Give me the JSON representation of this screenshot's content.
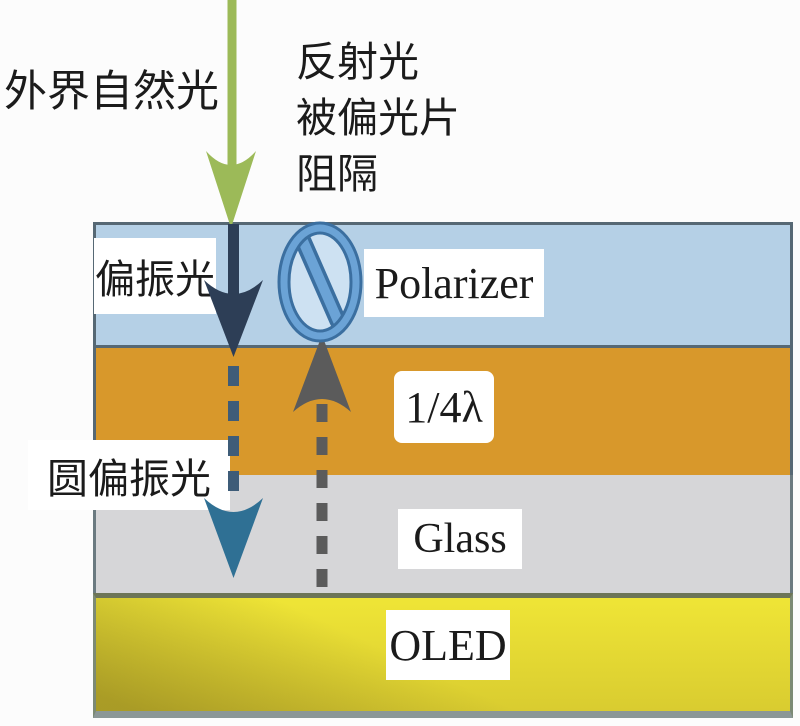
{
  "annotations": {
    "ambient_light": "外界自然光",
    "reflected_blocked_line1": "反射光",
    "reflected_blocked_line2": "被偏光片",
    "reflected_blocked_line3": "阻隔",
    "polarized_light": "偏振光",
    "circular_polarized_light": "圆偏振光"
  },
  "layers": [
    {
      "label": "Polarizer",
      "color": "#b5d0e6"
    },
    {
      "label": "1/4λ",
      "color": "#d8982b"
    },
    {
      "label": "Glass",
      "color": "#d6d6d8"
    },
    {
      "label": "OLED",
      "color": "#eae232"
    }
  ],
  "icons": {
    "blocked_icon": "no-symbol"
  },
  "colors": {
    "ambient_arrow": "#9cba58",
    "polarized_arrow": "#2d3e56",
    "dashed_down_arrow": "#3e5c78",
    "glass_arrowhead": "#2f7094",
    "reflected_arrow": "#5b5b5b",
    "no_symbol_ring": "#6ba3d6",
    "no_symbol_outline": "#3b6fa0",
    "no_symbol_fill": "#cde1f2"
  }
}
